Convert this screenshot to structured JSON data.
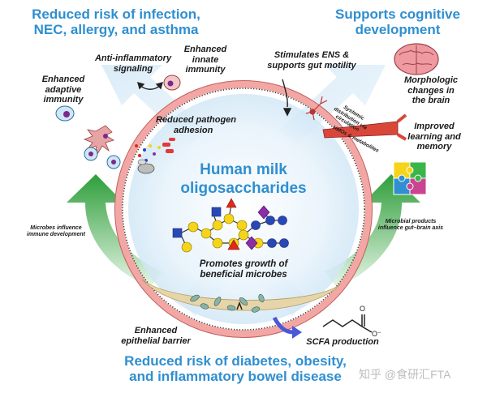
{
  "headers": {
    "top_left": [
      "Reduced risk of infection,",
      "NEC, allergy, and asthma"
    ],
    "top_right": [
      "Supports cognitive",
      "development"
    ],
    "bottom": [
      "Reduced risk of diabetes, obesity,",
      "and inflammatory bowel disease"
    ]
  },
  "center_title": [
    "Human milk",
    "oligosaccharides"
  ],
  "labels": {
    "anti_inflammatory": [
      "Anti-inflammatory",
      "signaling"
    ],
    "enhanced_innate": [
      "Enhanced",
      "innate",
      "immunity"
    ],
    "enhanced_adaptive": [
      "Enhanced",
      "adaptive",
      "immunity"
    ],
    "reduced_pathogen": [
      "Reduced pathogen",
      "adhesion"
    ],
    "stimulates_ens": [
      "Stimulates ENS &",
      "supports gut motility"
    ],
    "morphologic": [
      "Morphologic",
      "changes in",
      "the brain"
    ],
    "improved_learning": [
      "Improved",
      "learning and",
      "memory"
    ],
    "promotes_growth": [
      "Promotes growth of",
      "beneficial microbes"
    ],
    "enhanced_epithelial": [
      "Enhanced",
      "epithelial barrier"
    ],
    "scfa": "SCFA production",
    "microbes_influence": [
      "Microbes influence",
      "immune development"
    ],
    "microbial_products": [
      "Microbial products",
      "influence gut–brain axis"
    ],
    "systemic": [
      "Systemic",
      "distribution via",
      "circulation"
    ],
    "hmos_metabolites": "HMOs & metabolites"
  },
  "watermark": "知乎 @食研汇FTA",
  "colors": {
    "heading_blue": "#2f8fd0",
    "arrow_green": "#2e9e3a",
    "gut_pink": "#f2a7a5",
    "gut_lumen_tan": "#e6d5a8"
  }
}
